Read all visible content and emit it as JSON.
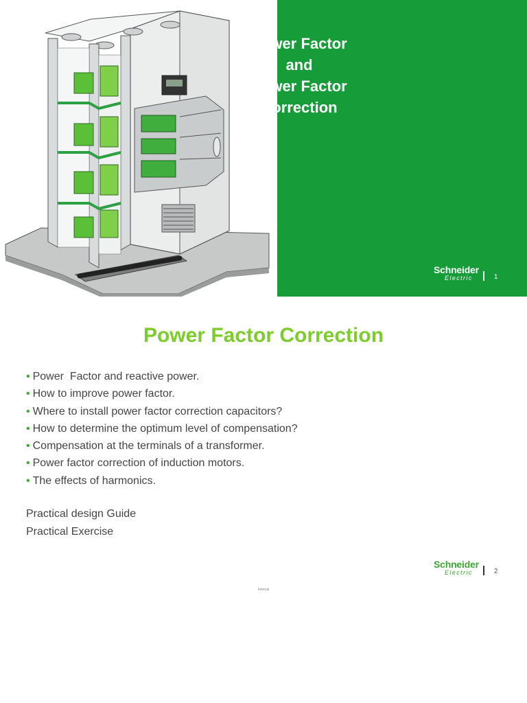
{
  "slide1": {
    "title_lines": [
      "Power Factor",
      "and",
      "Power Factor",
      "Correction"
    ],
    "logo": {
      "name": "Schneider",
      "sub": "Electric"
    },
    "page_number": "1",
    "colors": {
      "panel": "#179c3a",
      "text": "#ffffff"
    }
  },
  "slide2": {
    "title": "Power Factor Correction",
    "bullets": [
      "Power  Factor and reactive power.",
      "How to improve power factor.",
      "Where to install power factor correction capacitors?",
      "How to determine the optimum level of compensation?",
      "Compensation at the terminals of a transformer.",
      "Power factor correction of induction motors.",
      "The effects of harmonics."
    ],
    "bullet_symbol": "•",
    "extra_lines": [
      "Practical design Guide",
      "Practical Exercise"
    ],
    "logo": {
      "name": "Schneider",
      "sub": "Electric"
    },
    "page_number": "2",
    "footer_note": "Internal",
    "colors": {
      "title": "#7ccc2c",
      "bullet": "#3fa535"
    }
  }
}
